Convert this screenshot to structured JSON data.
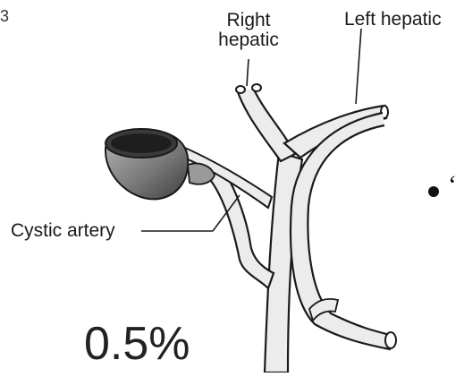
{
  "labels": {
    "right_hepatic_line1": "Right",
    "right_hepatic_line2": "hepatic",
    "left_hepatic": "Left hepatic",
    "cystic_artery": "Cystic artery"
  },
  "figure_caption": "0.5%",
  "edge_glyphs": {
    "top_left": "3",
    "right_quote": "‘"
  },
  "colors": {
    "line": "#1a1a1a",
    "vessel_fill": "#e8e8e8",
    "gallbladder_fill": "#8c8c8c",
    "gallbladder_dark": "#4a4a4a"
  }
}
